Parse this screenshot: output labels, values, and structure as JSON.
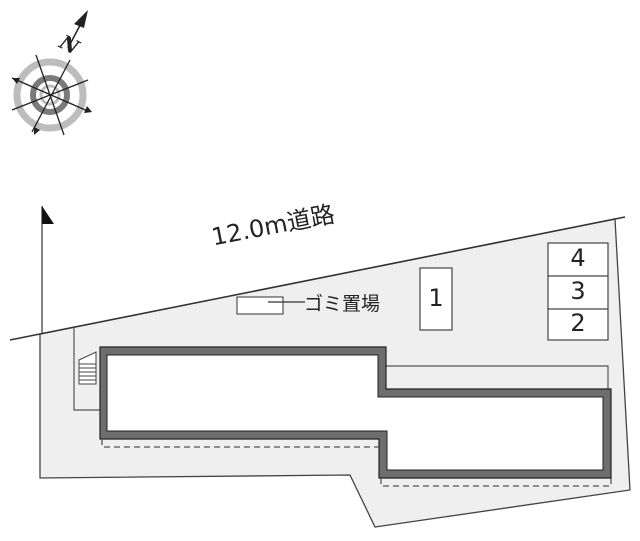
{
  "diagram": {
    "type": "site-plan",
    "compass": {
      "label": "N",
      "icon": "north-arrow-compass"
    },
    "road": {
      "label": "12.0m道路"
    },
    "garbage": {
      "label": "ゴミ置場"
    },
    "parking": [
      {
        "number": "1"
      },
      {
        "number": "2"
      },
      {
        "number": "3"
      },
      {
        "number": "4"
      }
    ],
    "colors": {
      "lot_fill": "#efefef",
      "building_wall": "#6e6e6e",
      "outline": "#333333",
      "background": "#ffffff"
    }
  }
}
